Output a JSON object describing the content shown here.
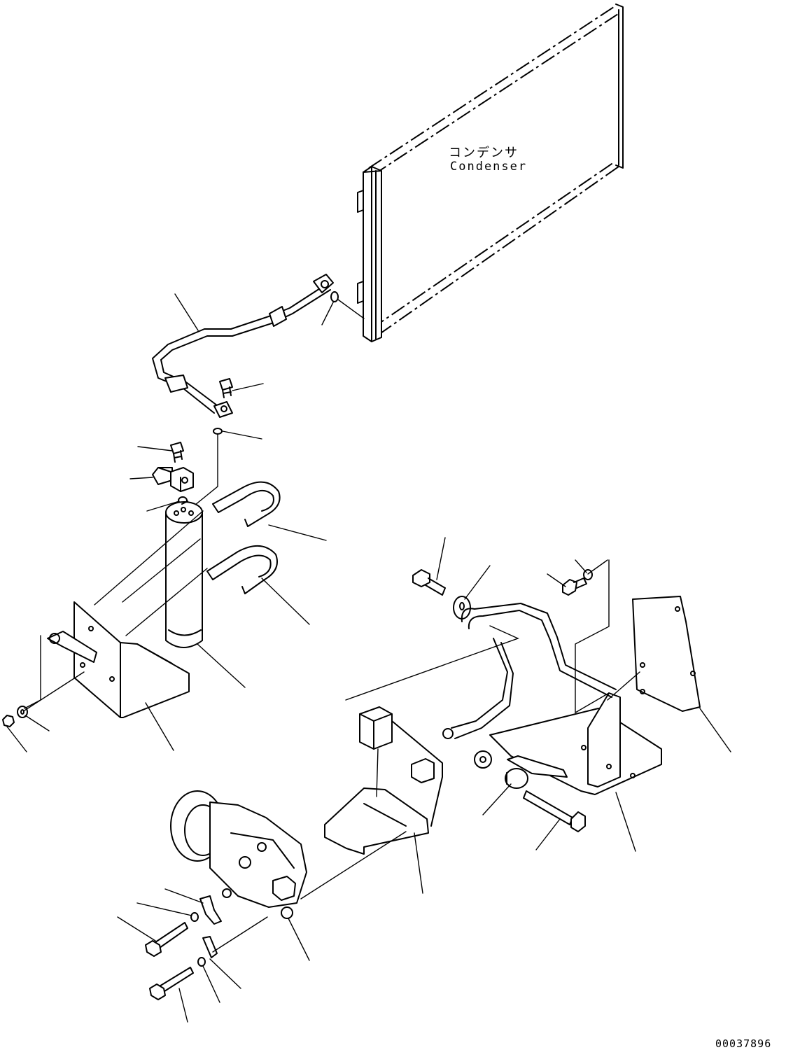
{
  "labels": {
    "condenser_jp": "コンデンサ",
    "condenser_en": "Condenser"
  },
  "figure_reference": "00037896"
}
